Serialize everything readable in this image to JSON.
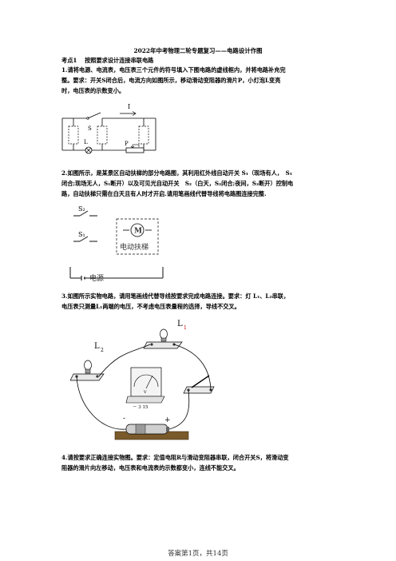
{
  "doc": {
    "title": "2022年中考物理二轮专题复习——电路设计作图",
    "section": "考点1　 按照要求设计连接串联电路",
    "q1": {
      "line1": "1.请将电源、电流表，电压表三个元件的符号填入下图电路的虚线框内，并将电路补充完",
      "line2": "整。要求：开关S闭合后，电流方向如图所示，移动滑动变阻器的滑片P，小灯泡L变亮",
      "line3": "时，电压表的示数变小。",
      "labels": {
        "switch": "S",
        "arrow": "I",
        "lamp": "L",
        "slider": "P"
      }
    },
    "q2": {
      "line1": "2.如图所示，是某景区自动扶梯的部分电路图，其利用红外线自动开关 S₁（现场有人，　S₁",
      "line2": "闭合;现场无人，S₁断开）以及可见光自动开关　S₂（白天，S₂闭合;夜间，S₂断开）控制电",
      "line3": "路，自动扶梯只需在白天且有人时才开启.请用笔画线代替导线将电路图连接完整.",
      "labels": {
        "s1": "S₁",
        "s2": "S₂",
        "motor": "M",
        "motor_text": "电动扶梯",
        "power": "电源"
      }
    },
    "q3": {
      "line1": "3.如图所示实物电路，请用笔画线代替导线按要求完成电路连接。要求：灯 L₁、L₂串联，",
      "line2": "电压表只测量L₁两端的电压，不考虑电压表量程的选择，导线不交叉。",
      "labels": {
        "l1": "L",
        "l1_sub": "1",
        "l2": "L",
        "l2_sub": "2",
        "meter": "V",
        "terminals": "－ 3 15",
        "neg": "-",
        "pos": "+"
      }
    },
    "q4": {
      "line1": "4.请按要求正确连接实物图。要求：定值电阻R与滑动变阻器串联，闭合开关S，将滑动变",
      "line2": "阻器的滑片向左移动，电压表和电流表的示数都变小，连线不能交叉。"
    },
    "footer": "答案第1页，共14页"
  }
}
